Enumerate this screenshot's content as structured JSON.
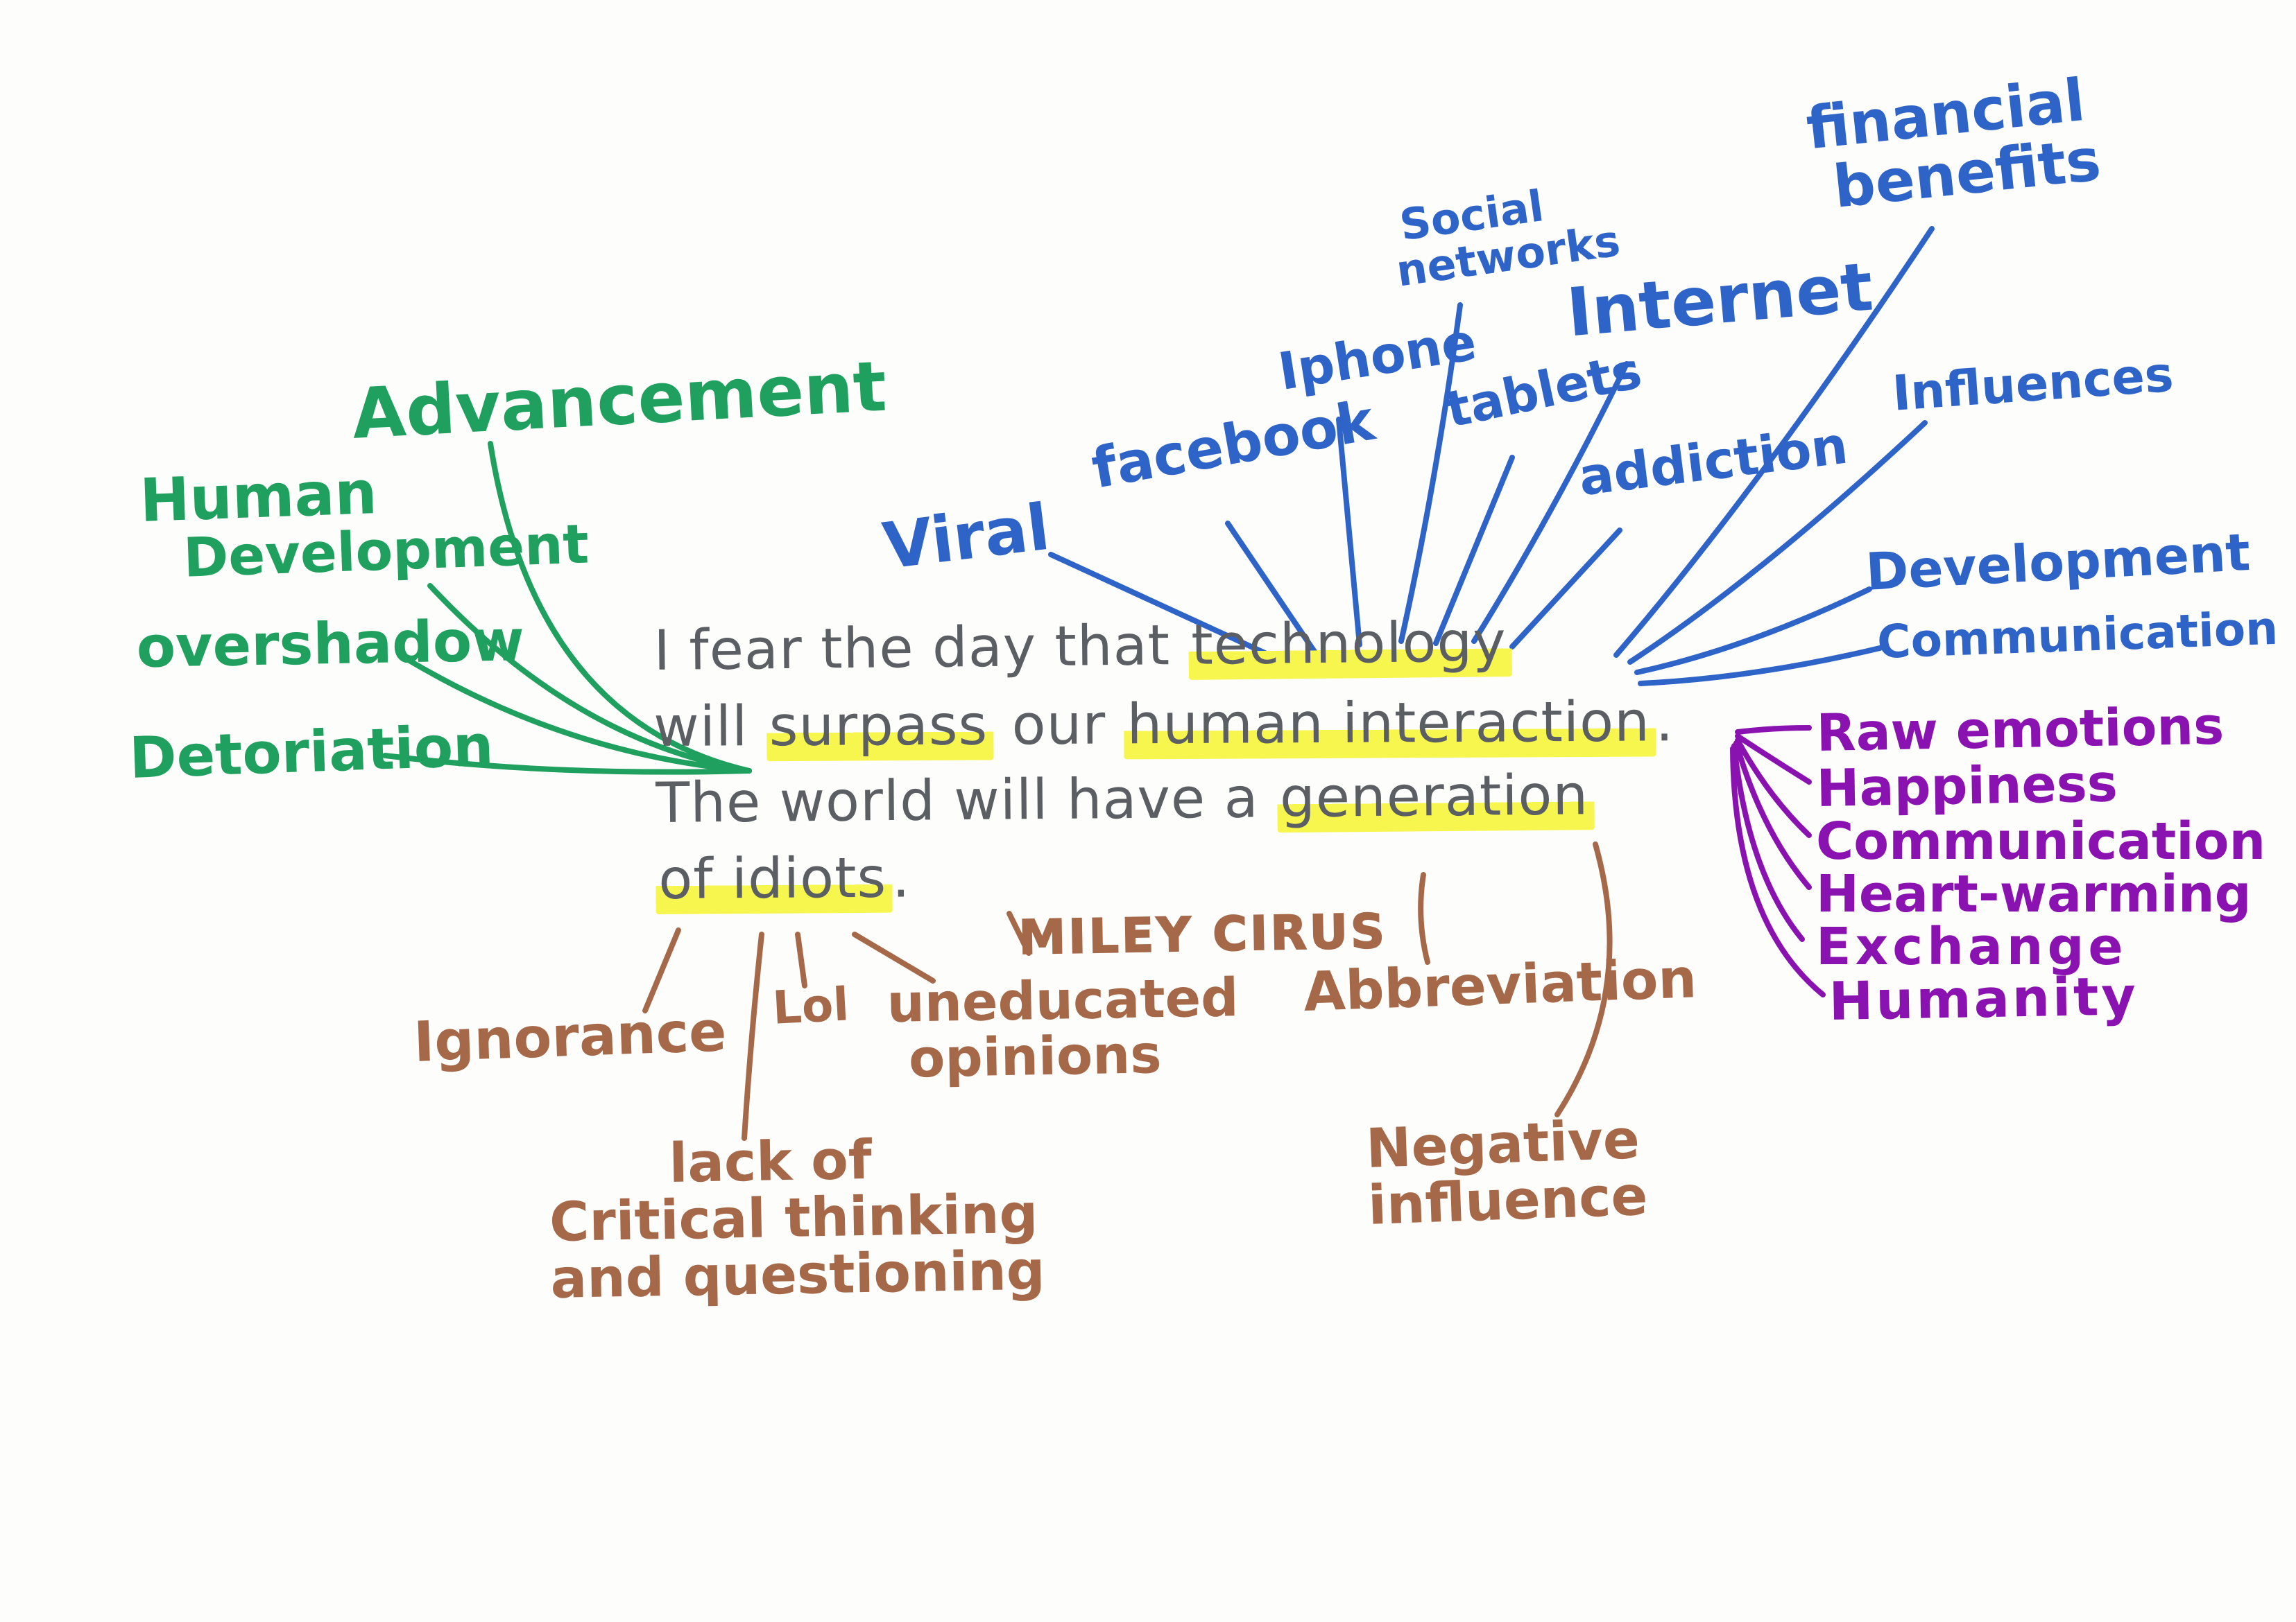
{
  "colors": {
    "center_text": "#5b5f64",
    "green": "#1fa05e",
    "blue": "#2e63c8",
    "purple": "#8a12b0",
    "brown": "#a5694a",
    "highlight": "#f7f64f"
  },
  "quote": {
    "line1_pre": "I fear the day that ",
    "line1_hl": "technology",
    "line2_pre": "will ",
    "line2_hl1": "surpass",
    "line2_mid": " our ",
    "line2_hl2": "human interaction",
    "line2_post": ".",
    "line3_pre": "The world will have a ",
    "line3_hl": "generation",
    "line4_hl": "of idiots",
    "line4_post": "."
  },
  "green": {
    "advancement": "Advancement",
    "human": "Human",
    "development": "Development",
    "overshadow": "overshadow",
    "detoriation": "Detoriation"
  },
  "blue": {
    "viral": "Viral",
    "facebook": "facebook",
    "iphone": "Iphone",
    "social_line1": "Social",
    "social_line2": "networks",
    "tablets": "tablets",
    "internet": "Internet",
    "addiction": "addiction",
    "financial_line1": "financial",
    "financial_line2": "benefits",
    "influences": "Influences",
    "development": "Development",
    "communication": "Communication"
  },
  "purple": {
    "raw_emotions": "Raw emotions",
    "happiness": "Happiness",
    "communication": "Communication",
    "heart_warming": "Heart-warming",
    "exchange": "Exchange",
    "humanity": "Humanity"
  },
  "brown": {
    "ignorance": "Ignorance",
    "lol": "Lol",
    "uneducated_line1": "uneducated",
    "uneducated_line2": "opinions",
    "lack_line1": "lack of",
    "lack_line2": "Critical thinking",
    "lack_line3": "and questioning",
    "miley": "MILEY CIRUS",
    "abbreviation": "Abbreviation",
    "negative_line1": "Negative",
    "negative_line2": "influence"
  }
}
